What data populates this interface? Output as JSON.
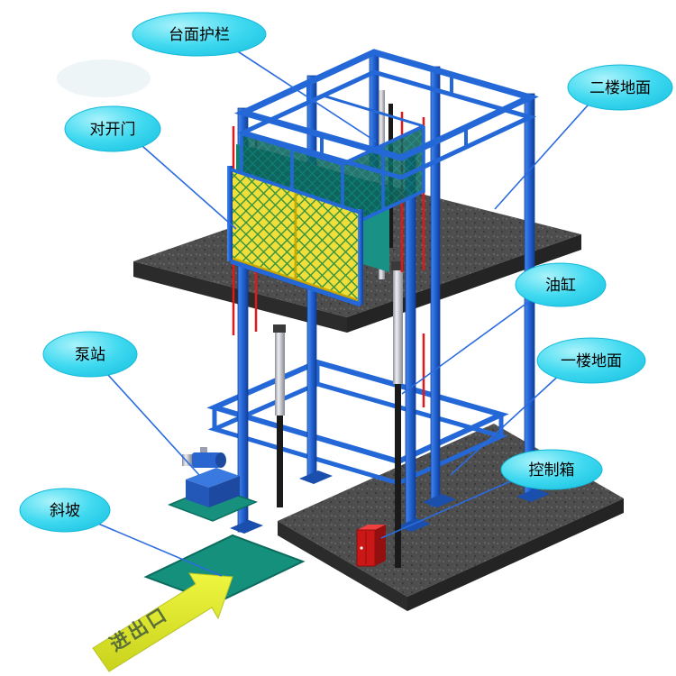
{
  "labels": {
    "platform_guardrail": "台面护栏",
    "second_floor_ground": "二楼地面",
    "double_swing_door": "对开门",
    "oil_cylinder": "油缸",
    "pump_station": "泵站",
    "first_floor_ground": "一楼地面",
    "control_box": "控制箱",
    "ramp": "斜坡",
    "entrance_exit": "进出口"
  },
  "colors": {
    "callout_fill": "#3fd9f0",
    "callout_stroke": "#14b9da",
    "leader_line": "#2a6be0",
    "frame_blue": "#2468d8",
    "floor_slab_gray": "#4d4d4d",
    "door_yellow": "#f0df3a",
    "door_lattice_green": "#35923d",
    "platform_teal": "#1a9185",
    "ramp_teal": "#15907c",
    "control_box_red": "#cc1717",
    "arrow_yellow_green": "#e4f23c",
    "cylinder_silver": "#c6c9cf",
    "piston_black": "#1a1a1a",
    "chain_red": "#e01818",
    "entrance_text_green": "#5a6e3a"
  }
}
